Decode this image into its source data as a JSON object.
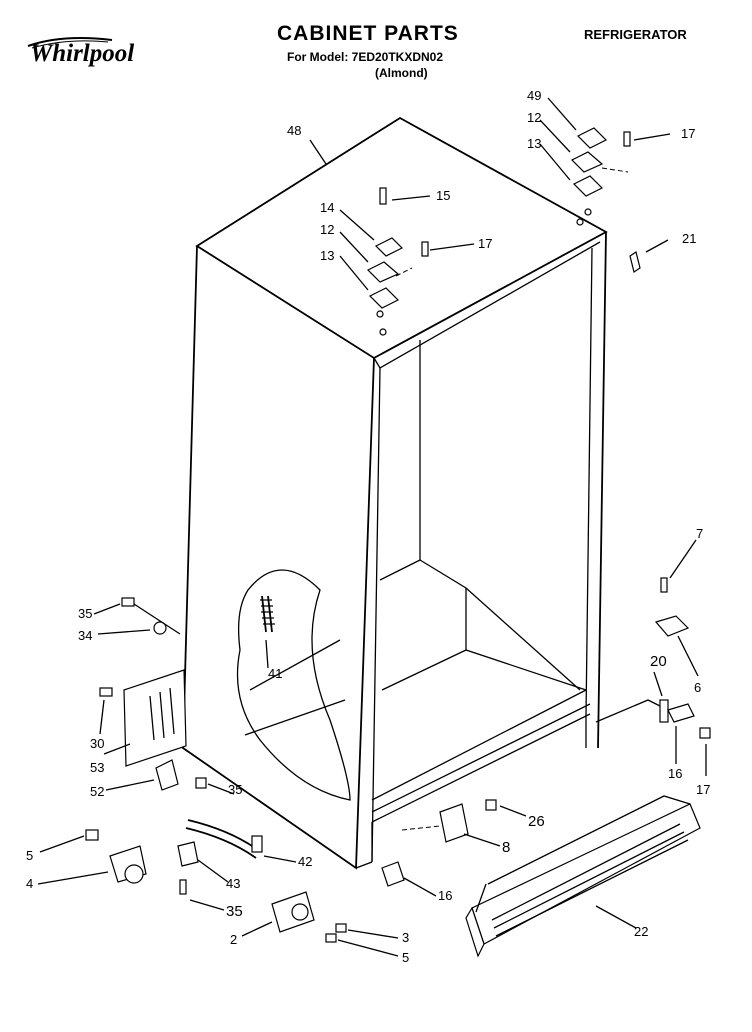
{
  "header": {
    "brand": "Whirlpool",
    "title": "CABINET PARTS",
    "model_line": "For Model: 7ED20TKXDN02",
    "color_line": "(Almond)",
    "category": "REFRIGERATOR"
  },
  "callouts": {
    "c49": "49",
    "c12a": "12",
    "c13a": "13",
    "c17a": "17",
    "c48": "48",
    "c15": "15",
    "c14": "14",
    "c12b": "12",
    "c17b": "17",
    "c13b": "13",
    "c21": "21",
    "c7": "7",
    "c35a": "35",
    "c34": "34",
    "c41": "41",
    "c6": "6",
    "c20": "20",
    "c30": "30",
    "c53": "53",
    "c16a": "16",
    "c17c": "17",
    "c52": "52",
    "c35b": "35",
    "c26": "26",
    "c8": "8",
    "c5a": "5",
    "c42": "42",
    "c4": "4",
    "c43": "43",
    "c16b": "16",
    "c35c": "35",
    "c22": "22",
    "c3": "3",
    "c2": "2",
    "c5b": "5"
  }
}
